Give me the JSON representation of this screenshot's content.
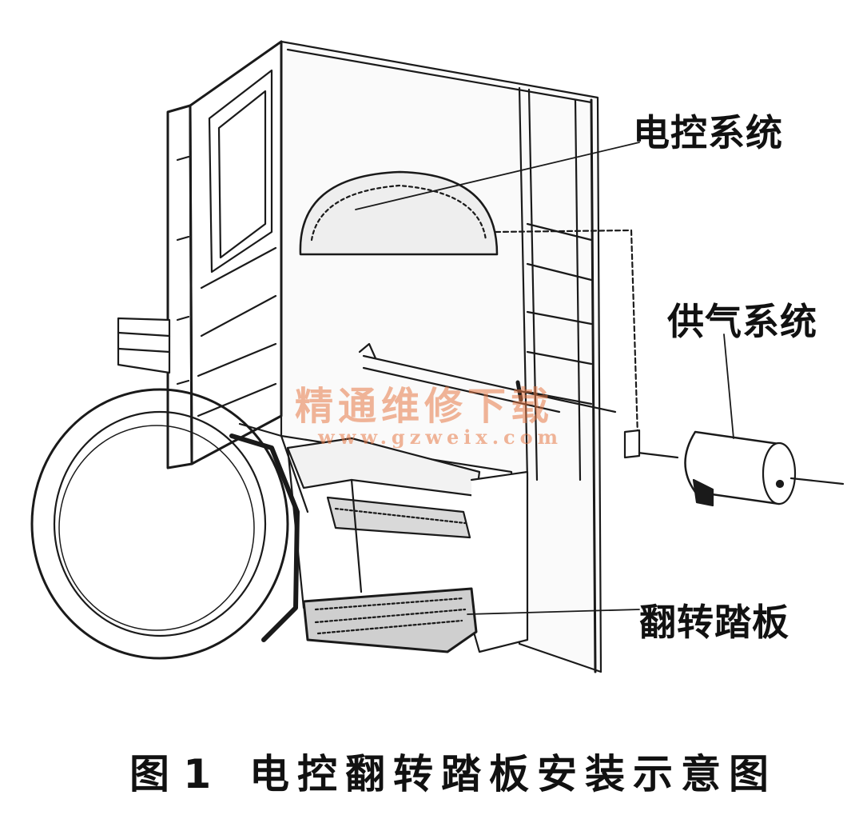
{
  "labels": {
    "electric_control": "电控系统",
    "air_supply": "供气系统",
    "flip_step": "翻转踏板"
  },
  "caption": {
    "number": "图 1",
    "title": "电控翻转踏板安装示意图"
  },
  "watermark": {
    "text": "精通维修下载",
    "url": "www.gzweix.com"
  },
  "colors": {
    "line": "#1a1a1a",
    "watermark": "#e6784a"
  }
}
